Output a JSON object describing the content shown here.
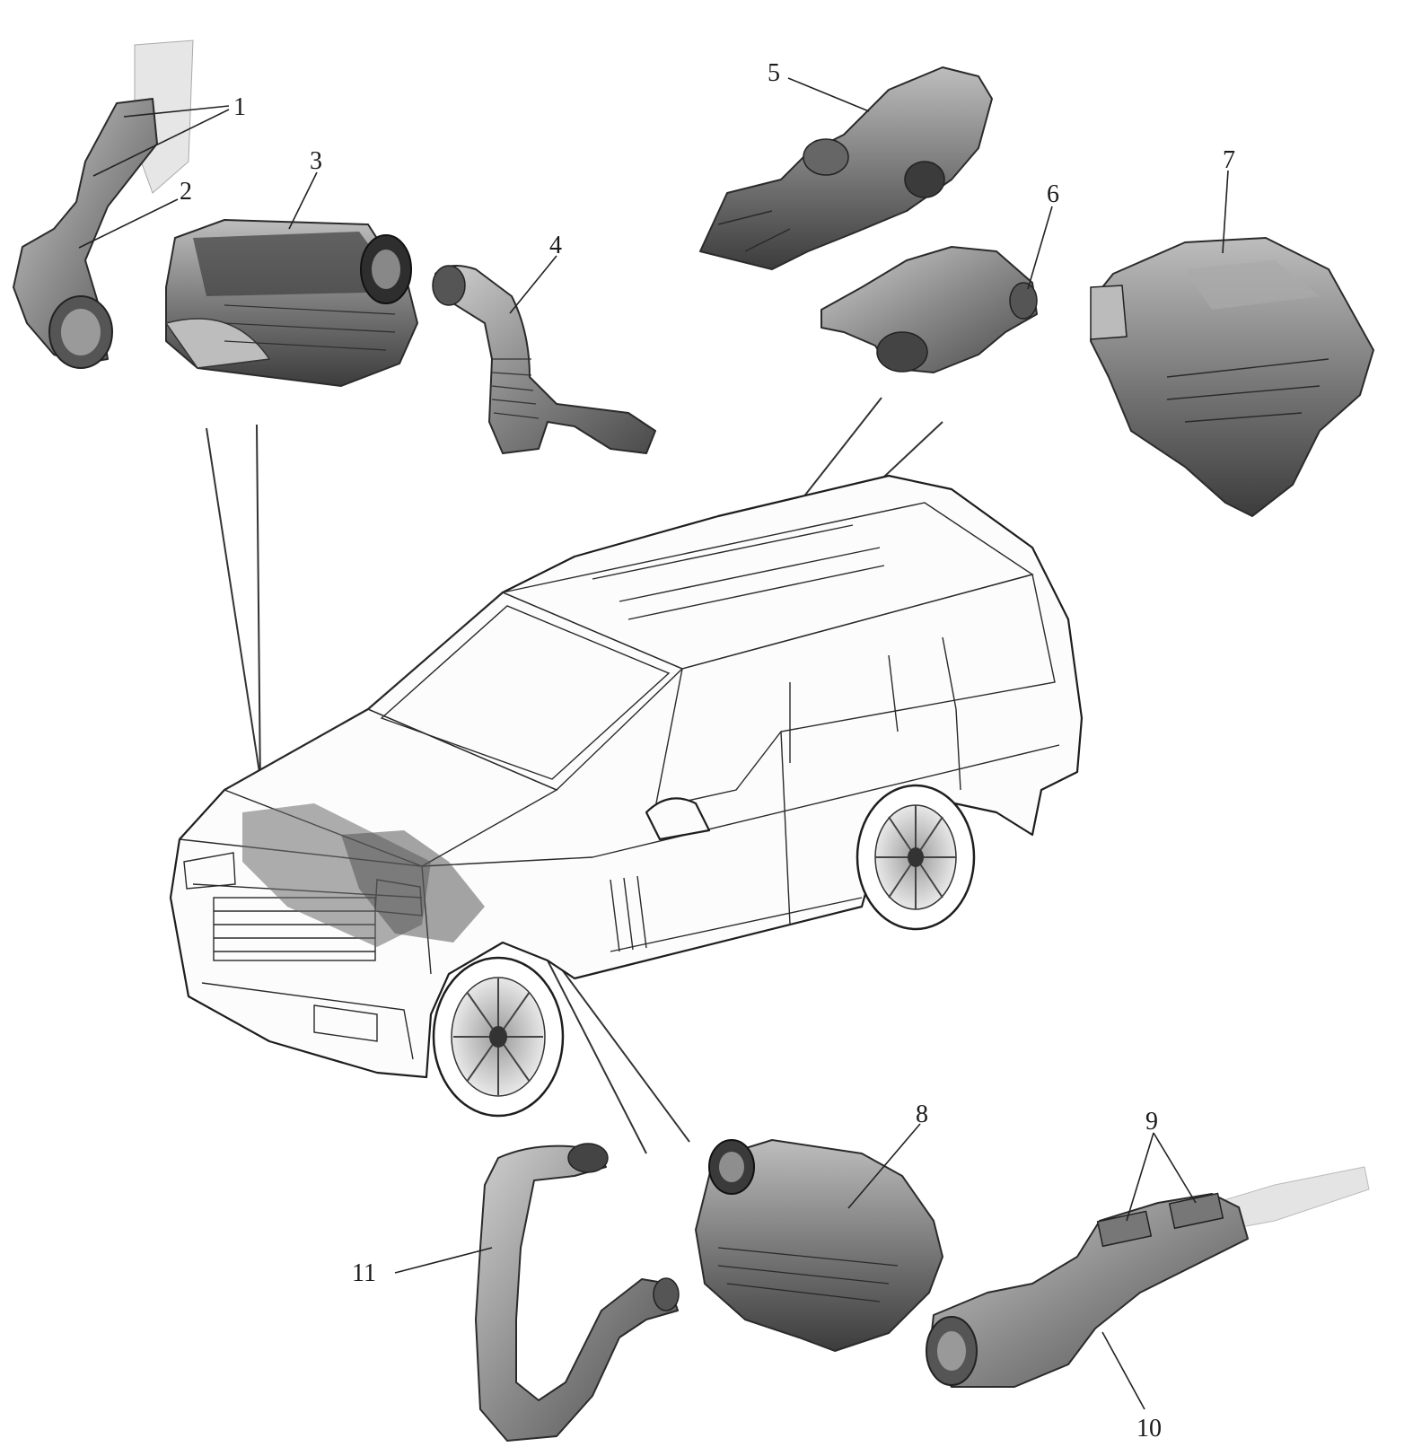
{
  "callouts": [
    {
      "id": "1",
      "text": "1"
    },
    {
      "id": "2",
      "text": "2"
    },
    {
      "id": "3",
      "text": "3"
    },
    {
      "id": "4",
      "text": "4"
    },
    {
      "id": "5",
      "text": "5"
    },
    {
      "id": "6",
      "text": "6"
    },
    {
      "id": "7",
      "text": "7"
    },
    {
      "id": "8",
      "text": "8"
    },
    {
      "id": "9",
      "text": "9"
    },
    {
      "id": "10",
      "text": "10"
    },
    {
      "id": "11",
      "text": "11"
    }
  ],
  "colors": {
    "part_fill_dark": "#5a5a5a",
    "part_fill_mid": "#8c8c8c",
    "part_fill_light": "#c4c4c4",
    "line": "#222222",
    "background": "#ffffff"
  }
}
